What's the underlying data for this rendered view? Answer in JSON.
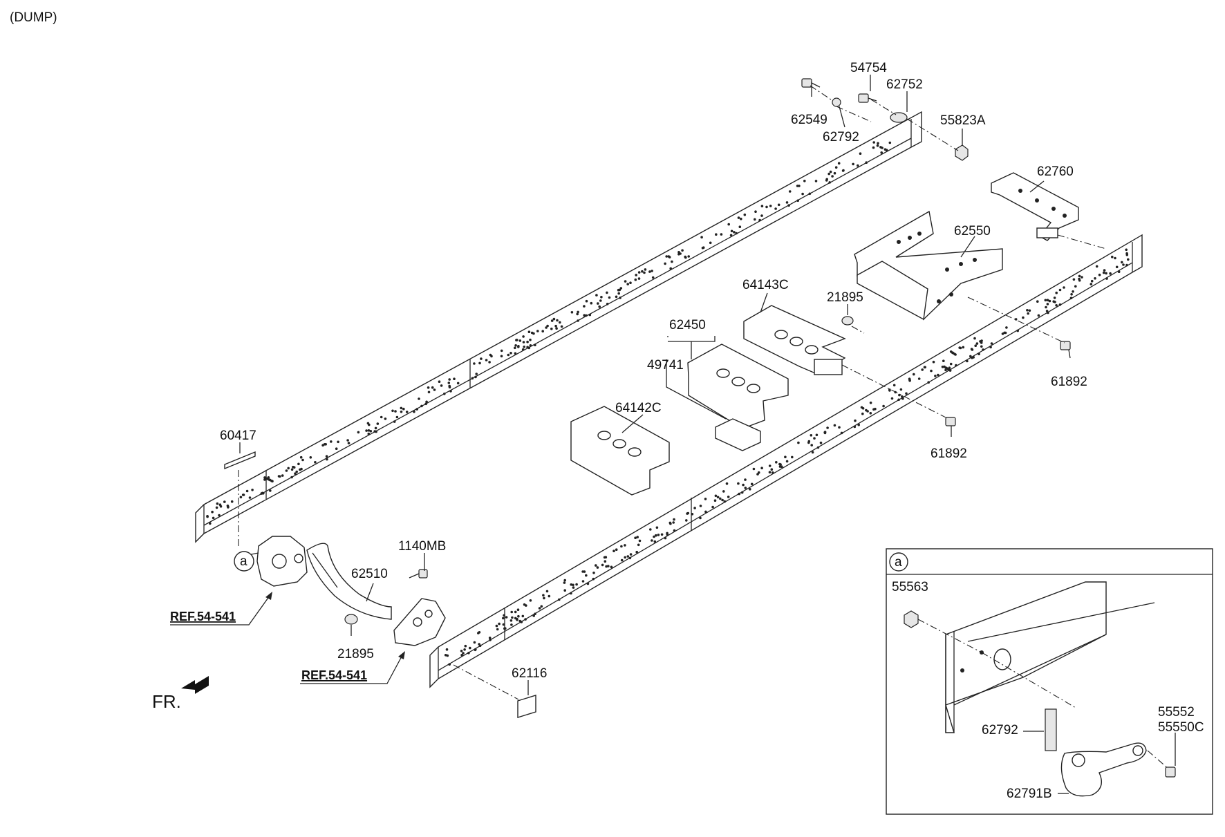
{
  "header": {
    "variant": "(DUMP)"
  },
  "front_marker": "FR.",
  "detail_callout": "a",
  "refs": {
    "ref1": "REF.54-541",
    "ref2": "REF.54-541"
  },
  "parts": {
    "p54754": "54754",
    "p62752": "62752",
    "p62549": "62549",
    "p62792_top": "62792",
    "p55823A": "55823A",
    "p62760": "62760",
    "p62550": "62550",
    "p64143C": "64143C",
    "p21895_top": "21895",
    "p62450": "62450",
    "p49741": "49741",
    "p61892_a": "61892",
    "p61892_b": "61892",
    "p64142C": "64142C",
    "p60417": "60417",
    "p1140MB": "1140MB",
    "p62510": "62510",
    "p21895_bot": "21895",
    "p62116": "62116"
  },
  "detail": {
    "p55563": "55563",
    "p55552": "55552",
    "p55550C": "55550C",
    "p62792": "62792",
    "p62791B": "62791B"
  }
}
